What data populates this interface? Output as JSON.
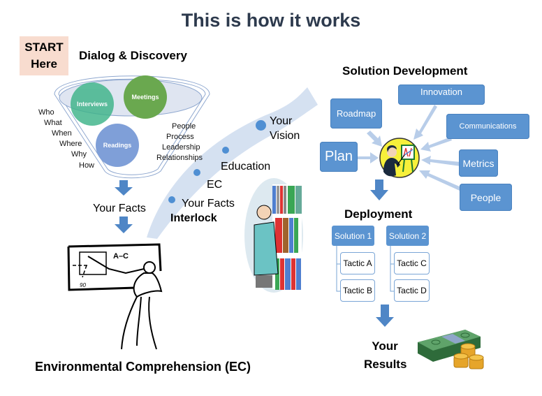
{
  "title": "This is how it works",
  "start_box": {
    "line1": "START",
    "line2": "Here"
  },
  "dialog": {
    "heading": "Dialog & Discovery",
    "circles": [
      "Interviews",
      "Meetings",
      "Readings"
    ],
    "questions": [
      "Who",
      "What",
      "When",
      "Where",
      "Why",
      "How"
    ],
    "topics": [
      "People",
      "Process",
      "Leadership",
      "Relationships"
    ]
  },
  "facts_label": "Your Facts",
  "ec_caption": "Environmental Comprehension (EC)",
  "board_text": "A–C",
  "board_small": "90",
  "path": {
    "steps": [
      "Your Facts",
      "EC",
      "Education",
      "Your Vision"
    ],
    "vision_line1": "Your",
    "vision_line2": "Vision",
    "interlock": "Interlock"
  },
  "solution": {
    "heading": "Solution Development",
    "inputs": [
      "Plan",
      "Roadmap",
      "Innovation",
      "Communications",
      "Metrics",
      "People"
    ]
  },
  "deployment": {
    "heading": "Deployment",
    "solutions": [
      {
        "label": "Solution 1",
        "tactics": [
          "Tactic A",
          "Tactic B"
        ]
      },
      {
        "label": "Solution 2",
        "tactics": [
          "Tactic C",
          "Tactic D"
        ]
      }
    ]
  },
  "results": {
    "line1": "Your",
    "line2": "Results"
  },
  "colors": {
    "title": "#2d3a4d",
    "box_blue": "#5b94d1",
    "arrow_blue": "#4f86c6",
    "light_arrow": "#b8cde9",
    "path_band": "#d3dff0",
    "start_bg": "#f8dccf",
    "interviews": "#3eb489",
    "meetings": "#6aa84f",
    "readings": "#7f9fd8"
  }
}
